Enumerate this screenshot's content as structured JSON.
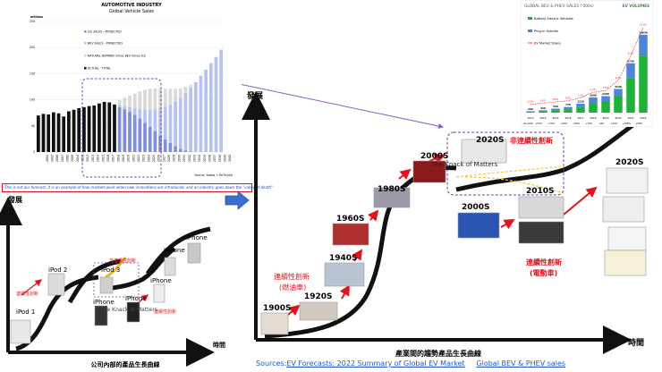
{
  "left_chart": {
    "title": "AUTOMOTIVE INDUSTRY",
    "subtitle": "Global Vehicle Sales",
    "y_unit": "millions",
    "legend": [
      "ICE SALES - PROJECTED",
      "BEV SALES - PROJECTED",
      "NATURAL DEMAND minus BEV minus ICE",
      "ACTUAL - TOTAL"
    ],
    "source_note": "Source: Seeba + ReThinkX",
    "caption": "This is not our forecast, it is an example of how markets work when new innovations are introduced, and an industry goes down the \"valley of death\""
  },
  "chart_data": [
    {
      "type": "bar",
      "title": "AUTOMOTIVE INDUSTRY",
      "subtitle": "Global Vehicle Sales",
      "ylabel": "millions",
      "ylim": [
        0,
        250
      ],
      "categories": [
        "2004",
        "2005",
        "2006",
        "2007",
        "2008",
        "2009",
        "2010",
        "2011",
        "2012",
        "2013",
        "2014",
        "2015",
        "2016",
        "2017",
        "2018",
        "2019",
        "2020",
        "2021",
        "2022",
        "2023",
        "2024",
        "2025",
        "2026",
        "2027",
        "2028",
        "2029",
        "2030",
        "2031",
        "2032",
        "2033",
        "2034",
        "2035",
        "2036",
        "2037",
        "2038",
        "2039",
        "2040"
      ],
      "series": [
        {
          "name": "ACTUAL - TOTAL",
          "values": [
            70,
            73,
            72,
            76,
            74,
            68,
            78,
            81,
            84,
            86,
            88,
            89,
            93,
            96,
            95,
            91,
            0,
            0,
            0,
            0,
            0,
            0,
            0,
            0,
            0,
            0,
            0,
            0,
            0,
            0,
            0,
            0,
            0,
            0,
            0,
            0,
            0
          ]
        },
        {
          "name": "ICE SALES - PROJECTED",
          "values": [
            0,
            0,
            0,
            0,
            0,
            0,
            0,
            0,
            0,
            0,
            0,
            0,
            0,
            0,
            0,
            0,
            86,
            82,
            77,
            71,
            64,
            56,
            48,
            40,
            32,
            24,
            17,
            11,
            6,
            3,
            1,
            0,
            0,
            0,
            0,
            0,
            0
          ]
        },
        {
          "name": "BEV SALES - PROJECTED",
          "values": [
            0,
            0,
            0,
            0,
            0,
            0,
            0,
            0,
            0,
            0,
            0,
            0,
            0,
            0,
            0,
            0,
            4,
            6,
            9,
            13,
            18,
            25,
            33,
            42,
            52,
            63,
            74,
            86,
            98,
            110,
            122,
            134,
            146,
            158,
            170,
            182,
            196
          ]
        },
        {
          "name": "NATURAL DEMAND minus BEV minus ICE",
          "values": [
            0,
            0,
            0,
            0,
            0,
            0,
            0,
            0,
            0,
            0,
            0,
            0,
            0,
            0,
            0,
            0,
            10,
            16,
            22,
            28,
            34,
            38,
            40,
            40,
            38,
            34,
            30,
            24,
            18,
            12,
            6,
            0,
            0,
            0,
            0,
            0,
            0
          ]
        }
      ]
    },
    {
      "type": "bar",
      "title": "GLOBAL BEV & PHEV SALES ('000s)",
      "categories": [
        "2013",
        "2014",
        "2015",
        "2016",
        "2017",
        "2018",
        "2019",
        "2020",
        "2021",
        "2022"
      ],
      "series": [
        {
          "name": "Battery Electric Vehicles",
          "values": [
            110,
            200,
            320,
            470,
            760,
            1350,
            1590,
            2200,
            4660,
            7800
          ]
        },
        {
          "name": "Plug-in Hybrids",
          "values": [
            90,
            120,
            230,
            300,
            460,
            740,
            670,
            1040,
            2090,
            2850
          ]
        }
      ],
      "totals": [
        200,
        320,
        550,
        770,
        1220,
        2090,
        2260,
        3240,
        6750,
        10650
      ],
      "market_share_series": {
        "name": "EV Market Share",
        "values": [
          0.2,
          0.4,
          0.6,
          0.8,
          1.3,
          2.2,
          2.5,
          4.2,
          8.3,
          13.0
        ]
      },
      "market_share_labels": [
        "0.2%",
        "0.4%",
        "0.6%",
        "0.8%",
        "1.3%",
        "2.2%",
        "2.5%",
        "4.2%",
        "8.3%",
        "13.0%"
      ],
      "growth_label": "Growth",
      "growth_values": [
        "+55%",
        "+70%",
        "+40%",
        "+56%",
        "+70%",
        "+8%",
        "+43%",
        "+108%",
        "+58%"
      ],
      "logo": "EV VOLUMES"
    }
  ],
  "left_diagram": {
    "y_axis": "發展",
    "x_axis": "時間",
    "caption": "公司內部的產品生長曲線",
    "labels": {
      "ipod1": "iPod 1",
      "ipod2": "iPod 2",
      "ipod3": "iPod 3",
      "iphone_a": "iPhone",
      "iphone_b": "iPhone",
      "iphone_c": "iPhone",
      "iphone_d": "iPhone",
      "iphone_e": "iPhone",
      "continuous": "連續性創新",
      "continuous2": "連續性創新",
      "discontinuous": "非連續性創新",
      "overlay": "C The Knack of Matters"
    }
  },
  "right_diagram": {
    "y_axis": "發展",
    "x_axis": "時間",
    "caption": "產業間的趨勢產品生長曲線",
    "eras": [
      "1900S",
      "1920S",
      "1940S",
      "1960S",
      "1980S",
      "2000S",
      "2020S",
      "2000S",
      "2010S",
      "2020S"
    ],
    "continuous": "連續性創新",
    "continuous_sub": "(燃油車)",
    "discontinuous": "非連續性創新",
    "ev": "連續性創新",
    "ev_sub": "(電動車)",
    "overlay": "The Knack of Matters"
  },
  "sources": {
    "label": "Sources:",
    "link1": "EV Forecasts: 2022 Summary of Global EV Market",
    "link2": "Global BEV & PHEV sales"
  }
}
